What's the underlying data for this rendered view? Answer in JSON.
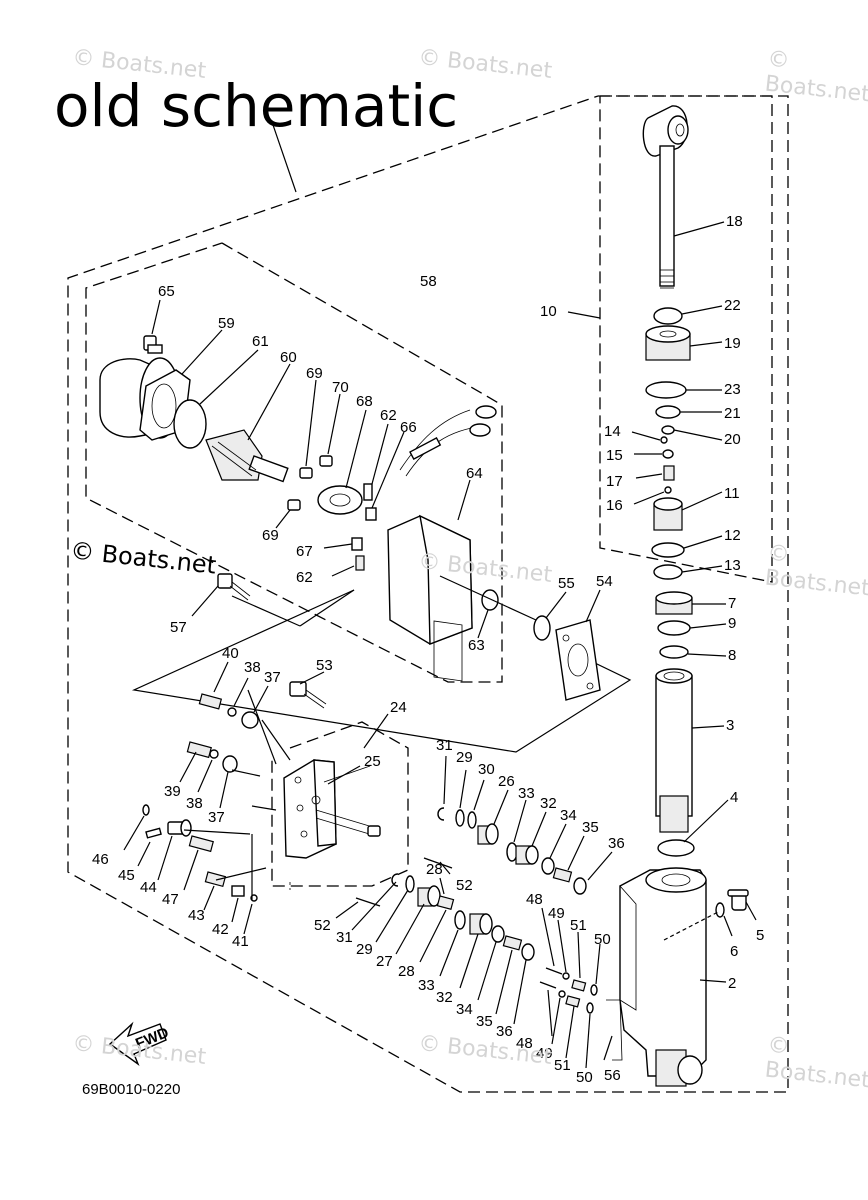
{
  "title": "old schematic",
  "watermarks": [
    "© Boats.net",
    "© Boats.net",
    "© Boats.net",
    "© Boats.net",
    "© Boats.net",
    "© Boats.net",
    "© Boats.net",
    "© Boats.net"
  ],
  "watermark_dark": "© Boats.net",
  "fwd_label": "FWD",
  "diagram_code": "69B0010-0220",
  "part_labels": {
    "p65": "65",
    "p59": "59",
    "p61": "61",
    "p60": "60",
    "p69a": "69",
    "p70": "70",
    "p68": "68",
    "p62a": "62",
    "p66": "66",
    "p58": "58",
    "p64": "64",
    "p69b": "69",
    "p67": "67",
    "p62b": "62",
    "p55": "55",
    "p54": "54",
    "p57": "57",
    "p63": "63",
    "p10": "10",
    "p18": "18",
    "p22": "22",
    "p19": "19",
    "p23": "23",
    "p21": "21",
    "p14": "14",
    "p20": "20",
    "p15": "15",
    "p17": "17",
    "p11": "11",
    "p16": "16",
    "p12": "12",
    "p13": "13",
    "p7": "7",
    "p9": "9",
    "p8": "8",
    "p3": "3",
    "p4": "4",
    "p40": "40",
    "p38a": "38",
    "p37a": "37",
    "p53": "53",
    "p24": "24",
    "p25": "25",
    "p31a": "31",
    "p29a": "29",
    "p30": "30",
    "p26": "26",
    "p33a": "33",
    "p32a": "32",
    "p34a": "34",
    "p35a": "35",
    "p36a": "36",
    "p39": "39",
    "p38b": "38",
    "p37b": "37",
    "p46": "46",
    "p45": "45",
    "p44": "44",
    "p47": "47",
    "p43": "43",
    "p42": "42",
    "p41": "41",
    "p28a": "28",
    "p52a": "52",
    "p52b": "52",
    "p31b": "31",
    "p29b": "29",
    "p27": "27",
    "p28b": "28",
    "p33b": "33",
    "p32b": "32",
    "p34b": "34",
    "p35b": "35",
    "p36b": "36",
    "p48a": "48",
    "p49a": "49",
    "p51a": "51",
    "p50a": "50",
    "p48b": "48",
    "p49b": "49",
    "p51b": "51",
    "p50b": "50",
    "p56": "56",
    "p2": "2",
    "p5": "5",
    "p6": "6"
  }
}
